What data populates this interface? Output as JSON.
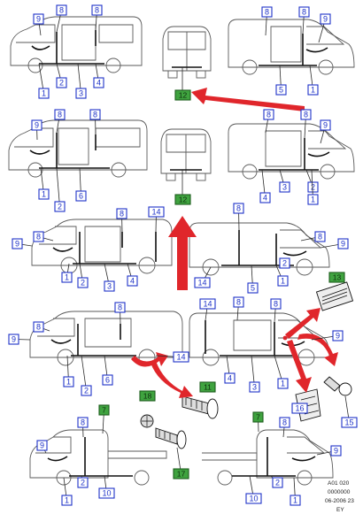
{
  "figure": {
    "reference_code": "A01 020",
    "reference_number": "0000000",
    "date": "06-2006 23",
    "suffix": "EY"
  },
  "callouts": [
    {
      "id": "r1l-9",
      "label": "9",
      "type": "blue"
    },
    {
      "id": "r1l-8a",
      "label": "8",
      "type": "blue"
    },
    {
      "id": "r1l-8b",
      "label": "8",
      "type": "blue"
    },
    {
      "id": "r1l-1",
      "label": "1",
      "type": "blue"
    },
    {
      "id": "r1l-2",
      "label": "2",
      "type": "blue"
    },
    {
      "id": "r1l-3",
      "label": "3",
      "type": "blue"
    },
    {
      "id": "r1l-4",
      "label": "4",
      "type": "blue"
    },
    {
      "id": "r1r-8a",
      "label": "8",
      "type": "blue"
    },
    {
      "id": "r1r-8b",
      "label": "8",
      "type": "blue"
    },
    {
      "id": "r1r-9",
      "label": "9",
      "type": "blue"
    },
    {
      "id": "r1r-5",
      "label": "5",
      "type": "blue"
    },
    {
      "id": "r1r-1",
      "label": "1",
      "type": "blue"
    },
    {
      "id": "r1c-12",
      "label": "12",
      "type": "green"
    },
    {
      "id": "r2l-9",
      "label": "9",
      "type": "blue"
    },
    {
      "id": "r2l-8a",
      "label": "8",
      "type": "blue"
    },
    {
      "id": "r2l-8b",
      "label": "8",
      "type": "blue"
    },
    {
      "id": "r2l-1",
      "label": "1",
      "type": "blue"
    },
    {
      "id": "r2l-2",
      "label": "2",
      "type": "blue"
    },
    {
      "id": "r2l-6",
      "label": "6",
      "type": "blue"
    },
    {
      "id": "r2r-8a",
      "label": "8",
      "type": "blue"
    },
    {
      "id": "r2r-8b",
      "label": "8",
      "type": "blue"
    },
    {
      "id": "r2r-9",
      "label": "9",
      "type": "blue"
    },
    {
      "id": "r2r-3",
      "label": "3",
      "type": "blue"
    },
    {
      "id": "r2r-4",
      "label": "4",
      "type": "blue"
    },
    {
      "id": "r2r-2",
      "label": "2",
      "type": "blue"
    },
    {
      "id": "r2r-1",
      "label": "1",
      "type": "blue"
    },
    {
      "id": "r2c-12",
      "label": "12",
      "type": "green"
    },
    {
      "id": "r3l-8a",
      "label": "8",
      "type": "blue"
    },
    {
      "id": "r3l-14",
      "label": "14",
      "type": "blue"
    },
    {
      "id": "r3l-8b",
      "label": "8",
      "type": "blue"
    },
    {
      "id": "r3l-9",
      "label": "9",
      "type": "blue"
    },
    {
      "id": "r3l-1",
      "label": "1",
      "type": "blue"
    },
    {
      "id": "r3l-2",
      "label": "2",
      "type": "blue"
    },
    {
      "id": "r3l-3",
      "label": "3",
      "type": "blue"
    },
    {
      "id": "r3l-4",
      "label": "4",
      "type": "blue"
    },
    {
      "id": "r3r-8a",
      "label": "8",
      "type": "blue"
    },
    {
      "id": "r3r-8b",
      "label": "8",
      "type": "blue"
    },
    {
      "id": "r3r-9",
      "label": "9",
      "type": "blue"
    },
    {
      "id": "r3r-14",
      "label": "14",
      "type": "blue"
    },
    {
      "id": "r3r-5",
      "label": "5",
      "type": "blue"
    },
    {
      "id": "r3r-1",
      "label": "1",
      "type": "blue"
    },
    {
      "id": "r3r-2",
      "label": "2",
      "type": "blue"
    },
    {
      "id": "r4l-8a",
      "label": "8",
      "type": "blue"
    },
    {
      "id": "r4l-8b",
      "label": "8",
      "type": "blue"
    },
    {
      "id": "r4l-9",
      "label": "9",
      "type": "blue"
    },
    {
      "id": "r4l-1",
      "label": "1",
      "type": "blue"
    },
    {
      "id": "r4l-2",
      "label": "2",
      "type": "blue"
    },
    {
      "id": "r4l-6",
      "label": "6",
      "type": "blue"
    },
    {
      "id": "r4l-14",
      "label": "14",
      "type": "blue"
    },
    {
      "id": "r4r-14",
      "label": "14",
      "type": "blue"
    },
    {
      "id": "r4r-8a",
      "label": "8",
      "type": "blue"
    },
    {
      "id": "r4r-8b",
      "label": "8",
      "type": "blue"
    },
    {
      "id": "r4r-9",
      "label": "9",
      "type": "blue"
    },
    {
      "id": "r4r-4",
      "label": "4",
      "type": "blue"
    },
    {
      "id": "r4r-3",
      "label": "3",
      "type": "blue"
    },
    {
      "id": "r4r-1",
      "label": "1",
      "type": "blue"
    },
    {
      "id": "p-13",
      "label": "13",
      "type": "green"
    },
    {
      "id": "p-11",
      "label": "11",
      "type": "green"
    },
    {
      "id": "p-18",
      "label": "18",
      "type": "green"
    },
    {
      "id": "p-17",
      "label": "17",
      "type": "green"
    },
    {
      "id": "p-16",
      "label": "16",
      "type": "blue"
    },
    {
      "id": "p-15",
      "label": "15",
      "type": "blue"
    },
    {
      "id": "r5l-8",
      "label": "8",
      "type": "blue"
    },
    {
      "id": "r5l-7",
      "label": "7",
      "type": "green"
    },
    {
      "id": "r5l-9",
      "label": "9",
      "type": "blue"
    },
    {
      "id": "r5l-2",
      "label": "2",
      "type": "blue"
    },
    {
      "id": "r5l-1",
      "label": "1",
      "type": "blue"
    },
    {
      "id": "r5l-10",
      "label": "10",
      "type": "blue"
    },
    {
      "id": "r5r-7",
      "label": "7",
      "type": "green"
    },
    {
      "id": "r5r-8",
      "label": "8",
      "type": "blue"
    },
    {
      "id": "r5r-9",
      "label": "9",
      "type": "blue"
    },
    {
      "id": "r5r-2",
      "label": "2",
      "type": "blue"
    },
    {
      "id": "r5r-1",
      "label": "1",
      "type": "blue"
    },
    {
      "id": "r5r-10",
      "label": "10",
      "type": "blue"
    }
  ]
}
